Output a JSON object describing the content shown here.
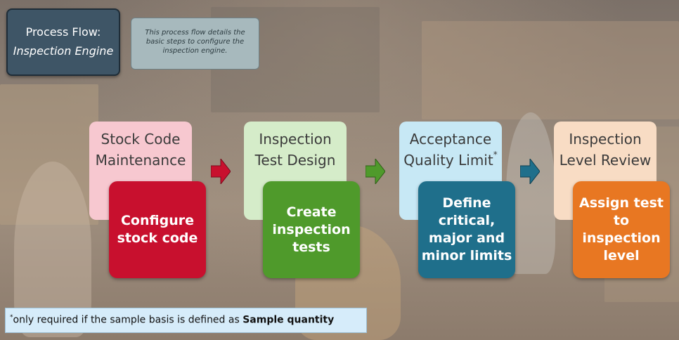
{
  "title": {
    "line1": "Process Flow:",
    "line2": "Inspection Engine"
  },
  "description": "This process flow details the basic steps to configure the inspection engine.",
  "steps": [
    {
      "name_line1": "Stock Code",
      "name_line2": "Maintenance",
      "action_lines": [
        "Configure",
        "stock code"
      ],
      "color": "#c8102e",
      "header_color": "#f7c8d0"
    },
    {
      "name_line1": "Inspection",
      "name_line2": "Test Design",
      "action_lines": [
        "Create",
        "inspection",
        "tests"
      ],
      "color": "#4f9a2b",
      "header_color": "#d5ecc9"
    },
    {
      "name_line1": "Acceptance",
      "name_line2": "Quality Limit",
      "asterisk": "*",
      "action_lines": [
        "Define",
        "critical,",
        "major and",
        "minor limits"
      ],
      "color": "#1f6f8b",
      "header_color": "#c7e8f5"
    },
    {
      "name_line1": "Inspection",
      "name_line2": "Level Review",
      "action_lines": [
        "Assign test",
        "to",
        "inspection",
        "level"
      ],
      "color": "#e87722",
      "header_color": "#f8dcc4"
    }
  ],
  "arrows": [
    {
      "color": "#c8102e"
    },
    {
      "color": "#4f9a2b"
    },
    {
      "color": "#1f6f8b"
    }
  ],
  "footnote": {
    "star": "*",
    "text": "only required if the sample basis is defined as ",
    "bold": "Sample quantity"
  }
}
